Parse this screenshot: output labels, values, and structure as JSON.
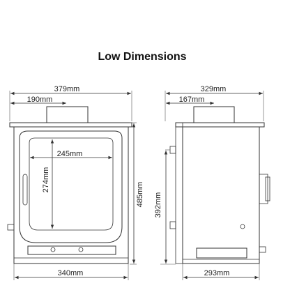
{
  "title": "Low Dimensions",
  "front_view": {
    "overall_width": "379mm",
    "flue_offset": "190mm",
    "glass_width": "245mm",
    "glass_height": "274mm",
    "overall_height": "485mm",
    "base_width": "340mm"
  },
  "side_view": {
    "overall_depth": "329mm",
    "flue_offset": "167mm",
    "inlet_height": "392mm",
    "base_depth": "293mm"
  }
}
